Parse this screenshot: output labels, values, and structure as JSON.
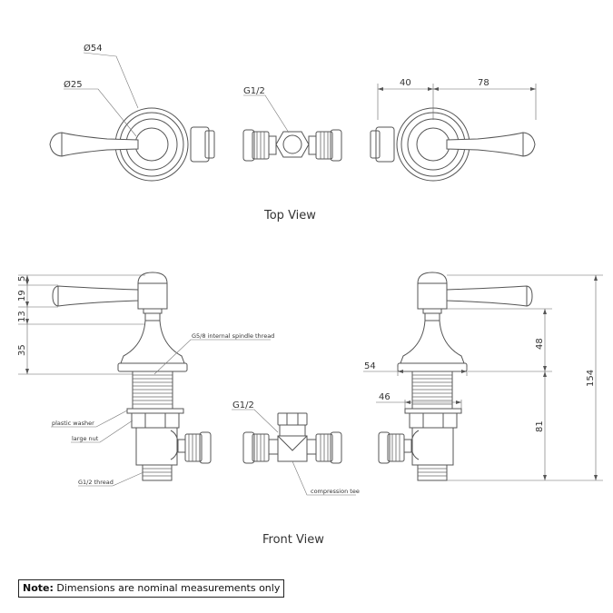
{
  "views": {
    "top_label": "Top View",
    "front_label": "Front View"
  },
  "top_view": {
    "dia_outer": "Ø54",
    "dia_inner": "Ø25",
    "tee_thread": "G1/2",
    "dim_40": "40",
    "dim_78": "78"
  },
  "front_view": {
    "dim_5": "5",
    "dim_19": "19",
    "dim_13": "13",
    "dim_35": "35",
    "dim_48": "48",
    "dim_54": "54",
    "dim_46": "46",
    "dim_81": "81",
    "dim_154": "154",
    "tee_thread": "G1/2",
    "callout_spindle": "G5/8 internal spindle thread",
    "callout_washer": "plastic washer",
    "callout_nut": "large nut",
    "callout_thread": "G1/2 thread",
    "callout_tee": "compression tee"
  },
  "note": {
    "bold": "Note:",
    "text": " Dimensions are nominal measurements only"
  }
}
